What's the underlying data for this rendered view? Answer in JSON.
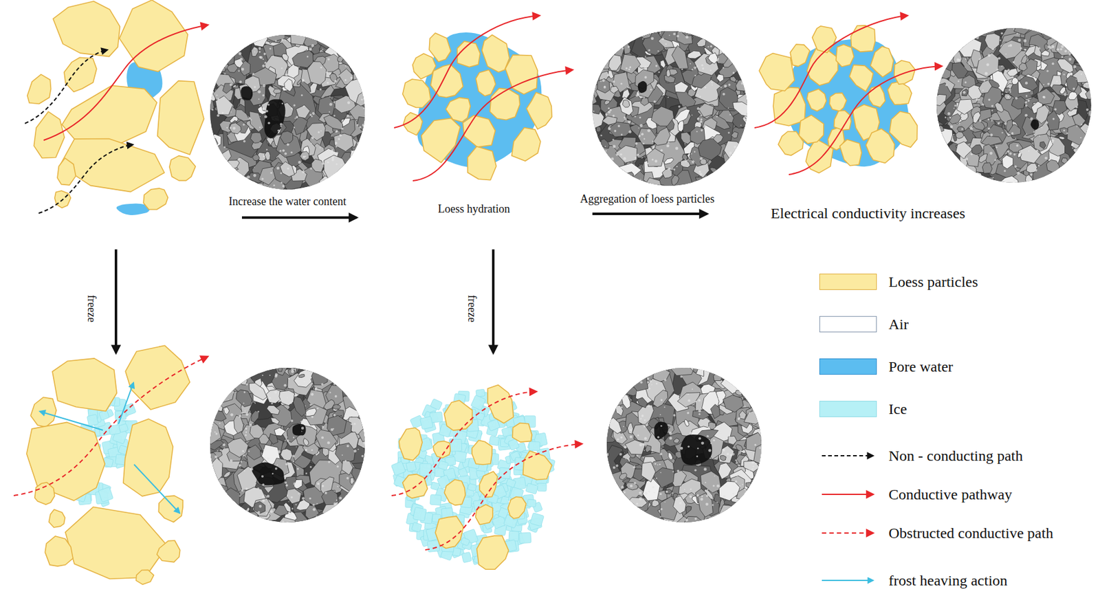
{
  "diagram": {
    "labels": [
      "Increase the water content",
      "Loess hydration",
      "Aggregation of loess particles",
      "Electrical conductivity increases",
      "freeze",
      "freeze"
    ],
    "legend": [
      {
        "text": "Loess particles",
        "color": "#fbeaa0"
      },
      {
        "text": "Air",
        "color": "#ffffff"
      },
      {
        "text": "Pore water",
        "color": "#5cbdf0"
      },
      {
        "text": "Ice",
        "color": "#b6f0f6"
      },
      {
        "text": "Non - conducting path"
      },
      {
        "text": "Conductive pathway"
      },
      {
        "text": "Obstructed conductive path"
      },
      {
        "text": "frost heaving action"
      }
    ]
  }
}
